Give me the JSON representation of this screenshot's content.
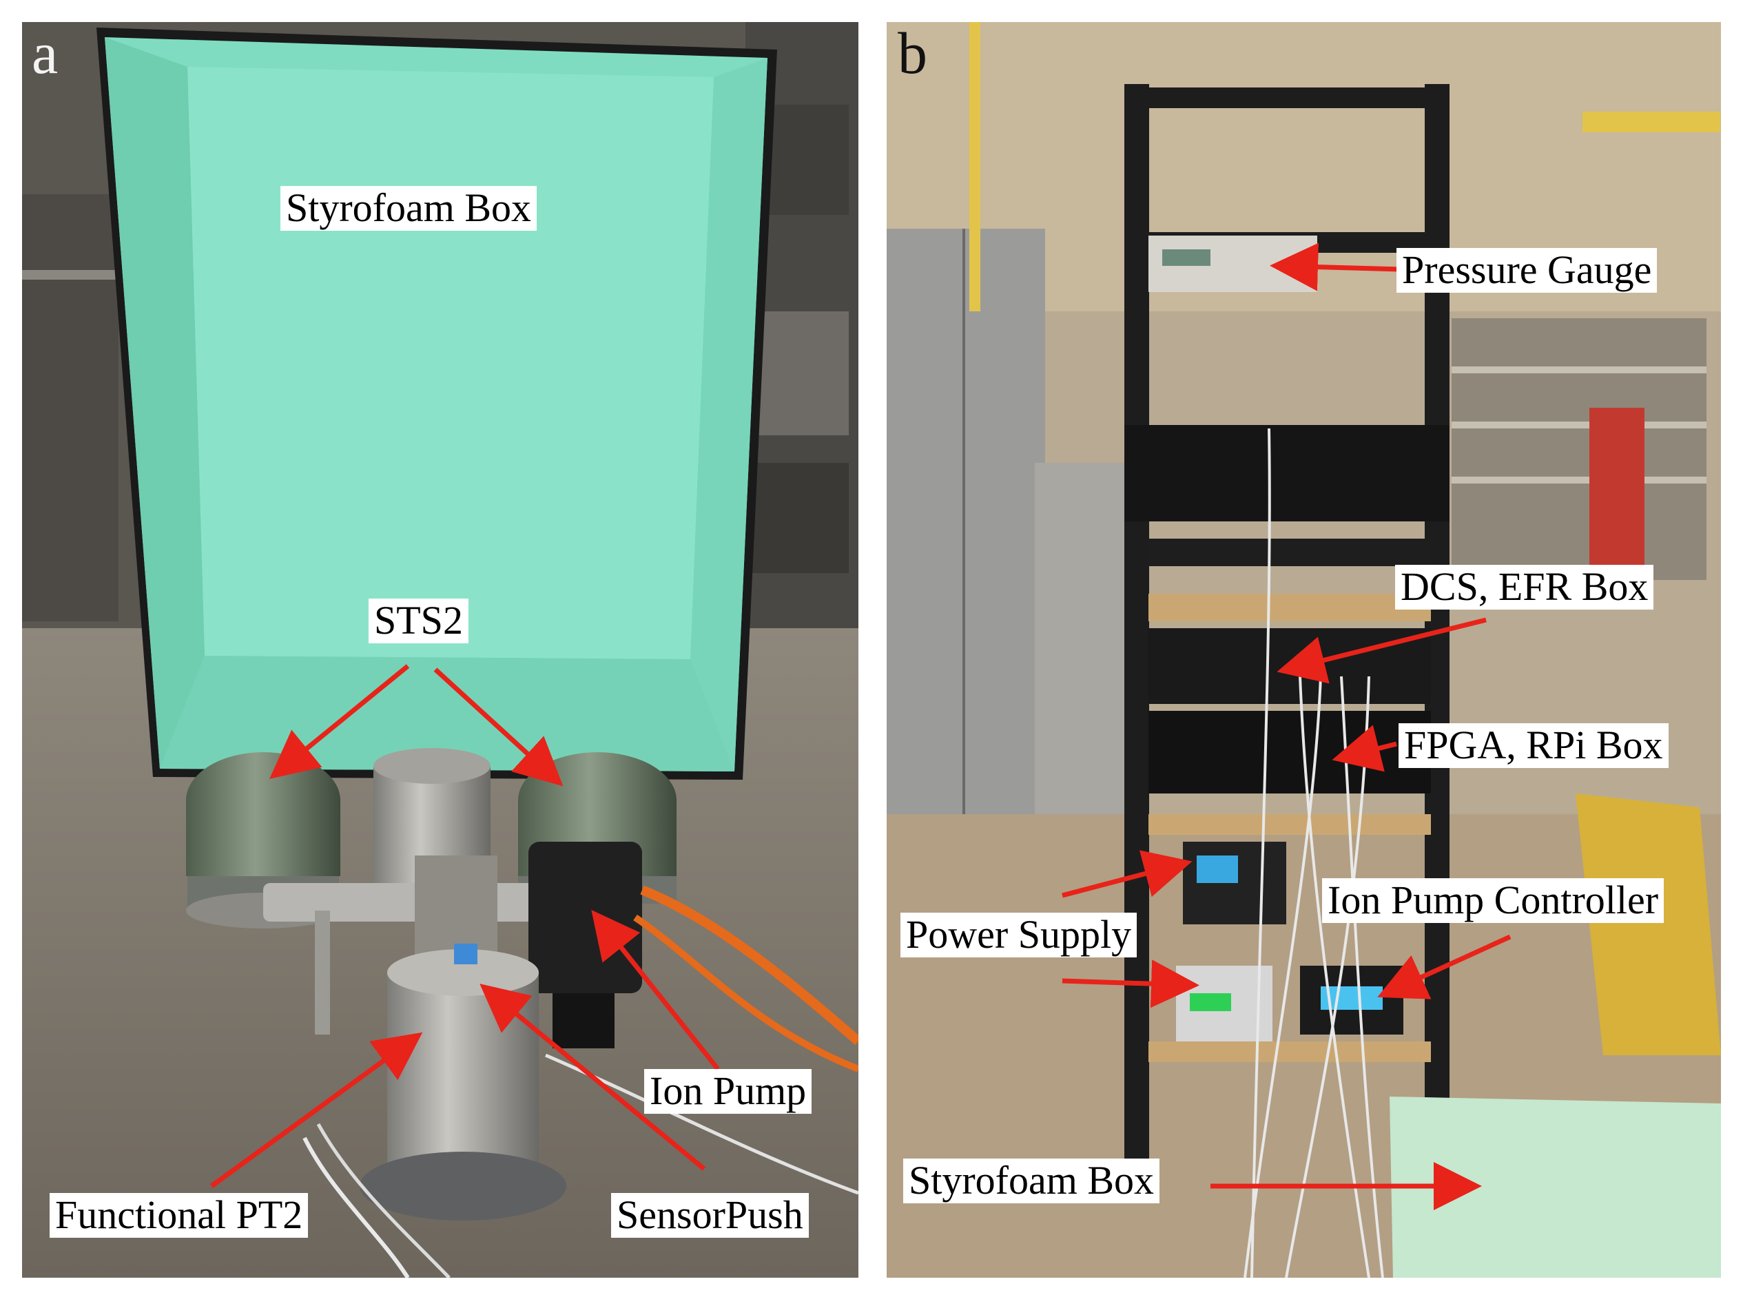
{
  "panel_a": {
    "letter": "a",
    "labels": {
      "styrofoam_box": "Styrofoam Box",
      "sts2": "STS2",
      "ion_pump": "Ion Pump",
      "functional_pt2": "Functional PT2",
      "sensorpush": "SensorPush"
    }
  },
  "panel_b": {
    "letter": "b",
    "labels": {
      "pressure_gauge": "Pressure Gauge",
      "dcs_efr_box": "DCS, EFR Box",
      "fpga_rpi_box": "FPGA, RPi Box",
      "ion_pump_controller": "Ion Pump Controller",
      "power_supply": "Power Supply",
      "styrofoam_box": "Styrofoam Box"
    }
  },
  "colors": {
    "styrofoam": "#7fdcc0",
    "arrow": "#e8231a",
    "label_bg": "#ffffff"
  }
}
